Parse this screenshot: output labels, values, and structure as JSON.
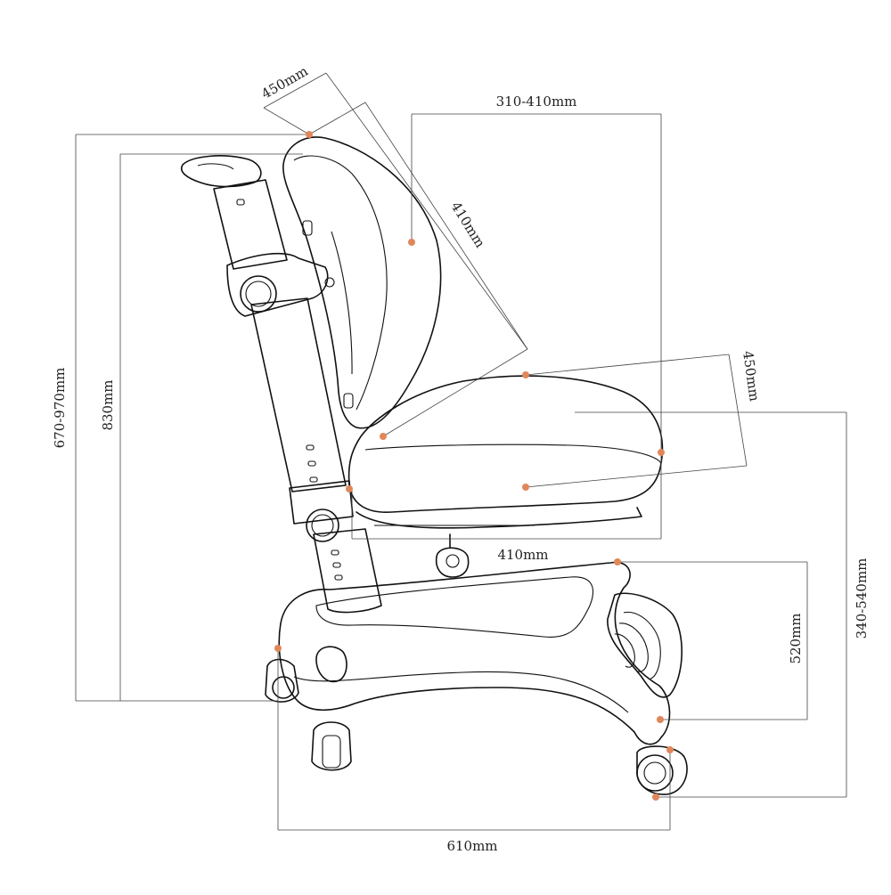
{
  "colors": {
    "line": "#111111",
    "dimension": "#444444",
    "marker": "#e0875a",
    "background": "#ffffff"
  },
  "dimensions": {
    "backrest_width": "450mm",
    "backrest_depth_range": "310-410mm",
    "backrest_height": "410mm",
    "total_height_range": "670-970mm",
    "total_height": "830mm",
    "seat_width": "450mm",
    "seat_depth": "410mm",
    "seat_height_range": "340-540mm",
    "base_height": "520mm",
    "base_length": "610mm"
  }
}
